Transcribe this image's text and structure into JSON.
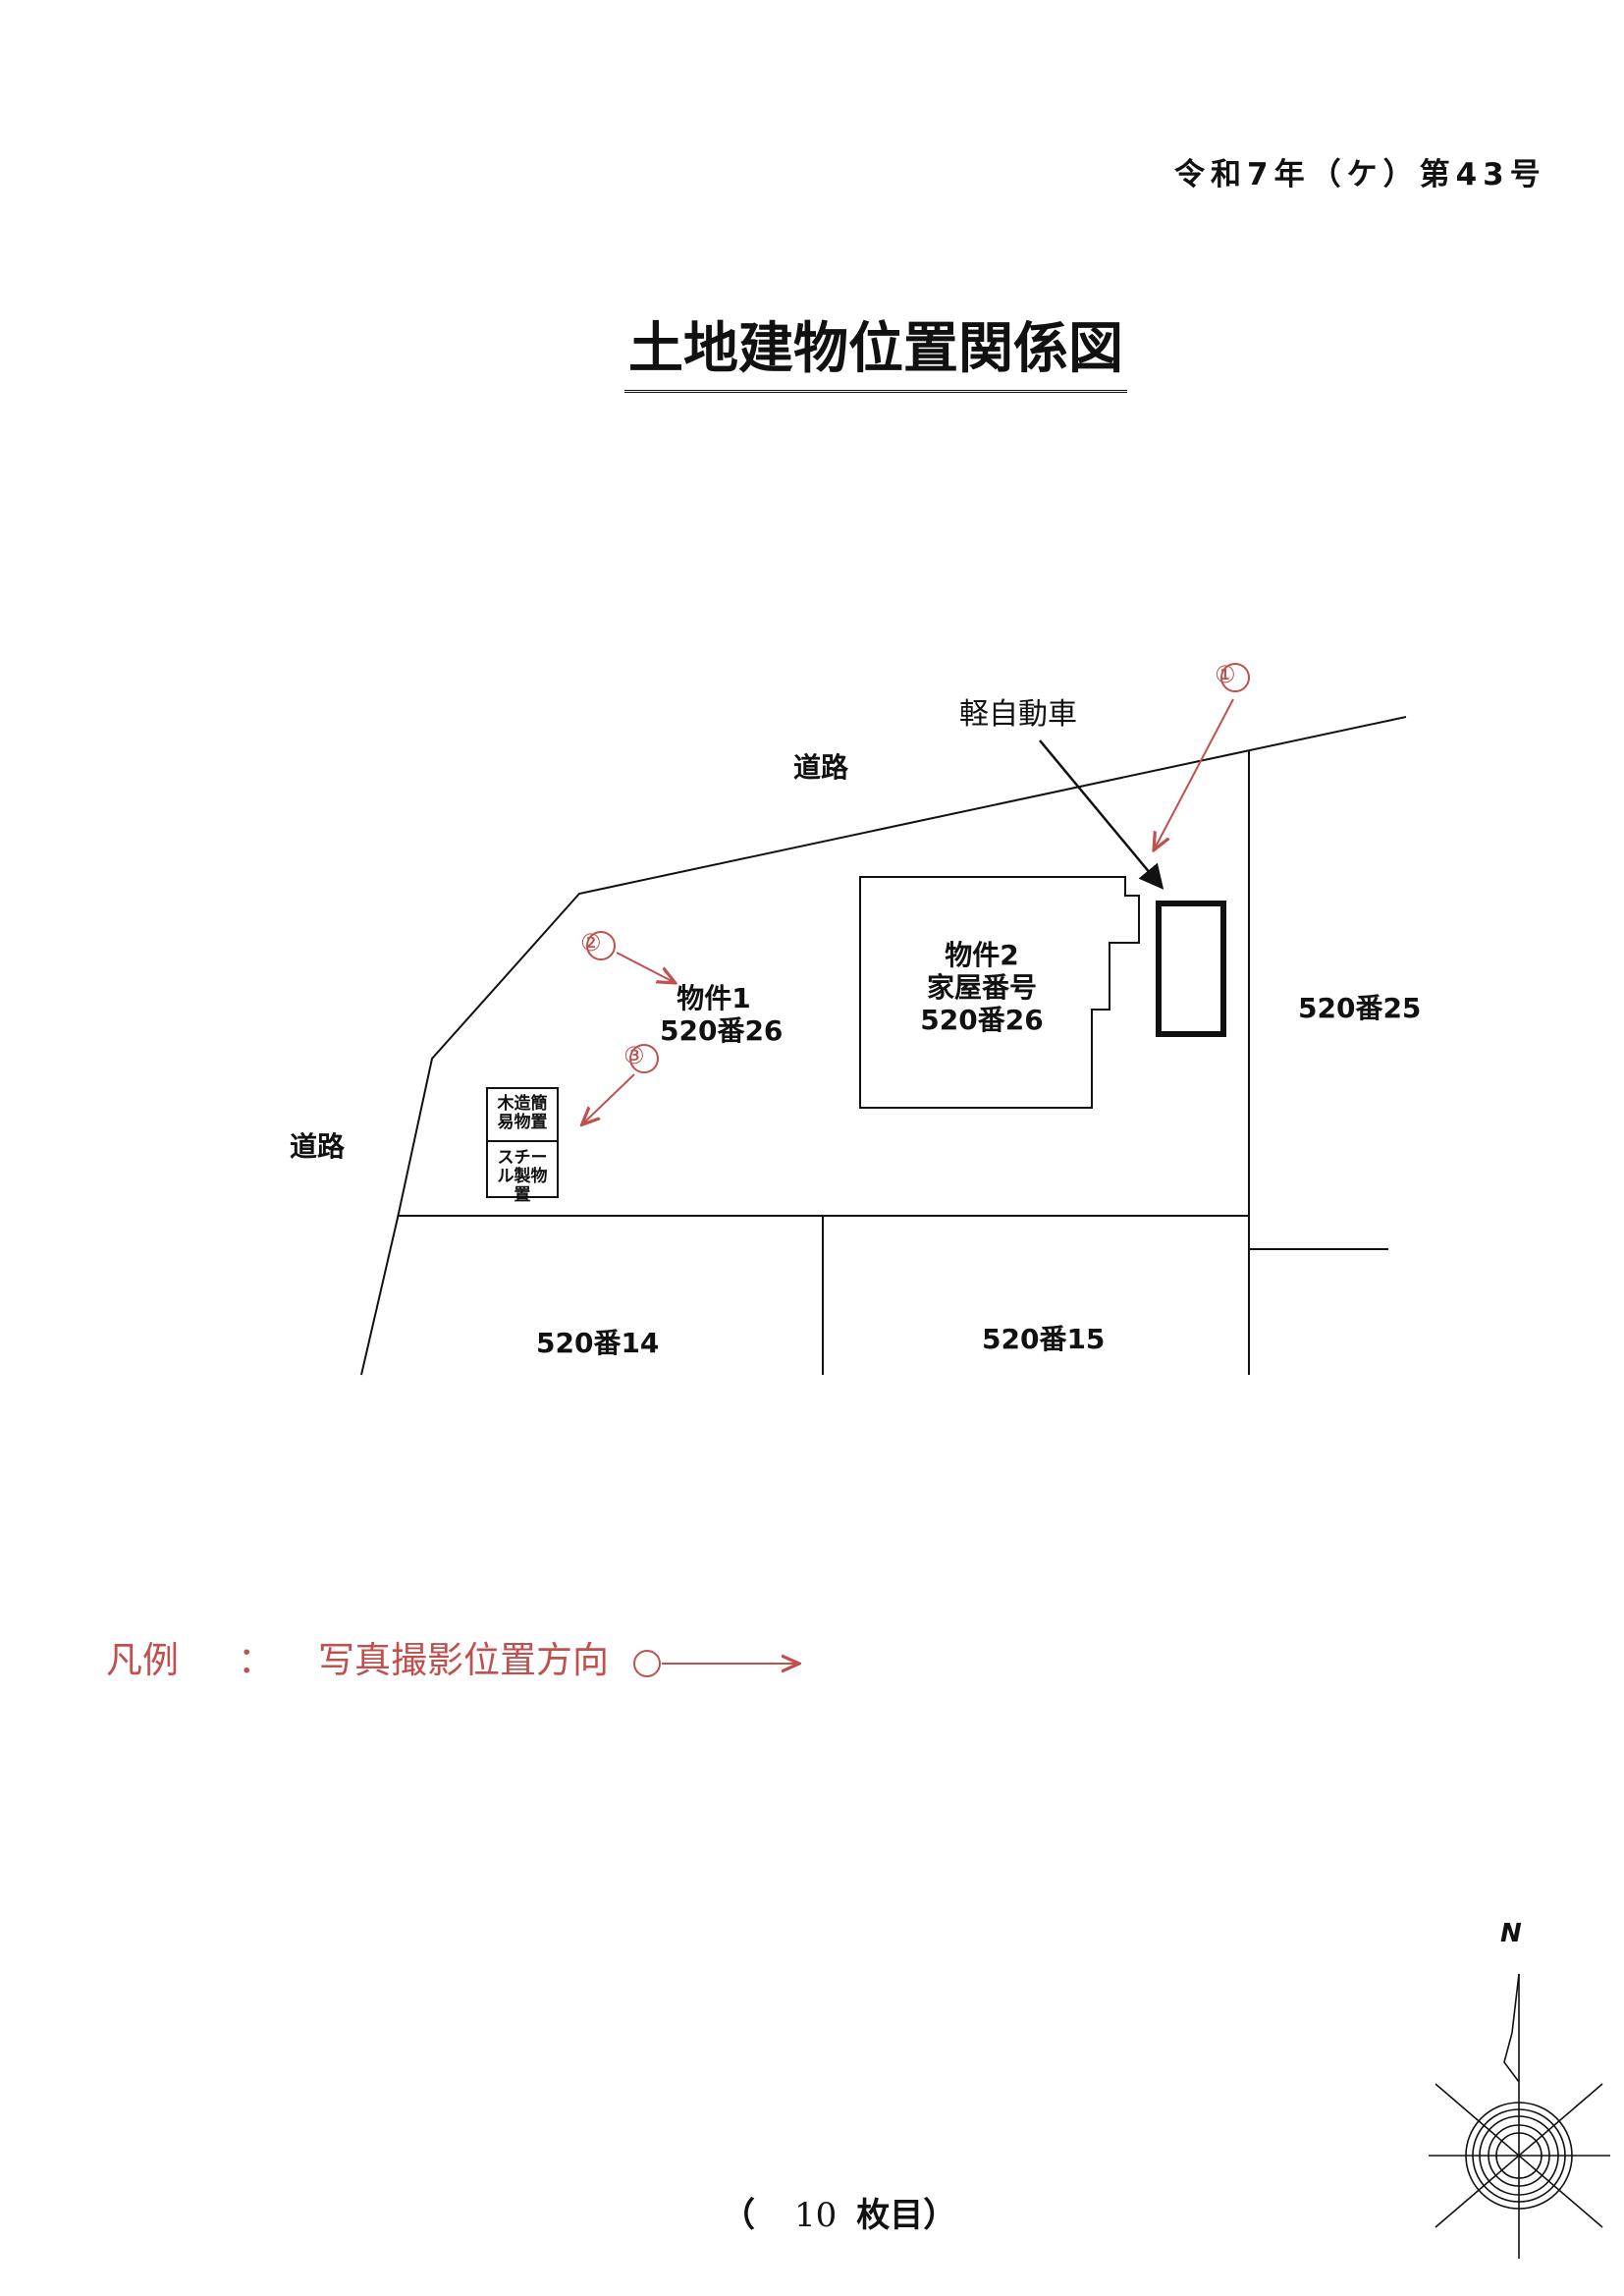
{
  "header": {
    "case_number": "令和7年（ケ）第43号"
  },
  "title": "土地建物位置関係図",
  "diagram": {
    "labels": {
      "road_top": "道路",
      "road_left": "道路",
      "kei_car": "軽自動車",
      "property1_name": "物件1",
      "property1_lot": "520番26",
      "property2_name": "物件2",
      "property2_house_no": "家屋番号",
      "property2_lot": "520番26",
      "lot_25": "520番25",
      "lot_14": "520番14",
      "lot_15": "520番15",
      "shed_wood": "木造簡易物置",
      "shed_steel": "スチール製物置"
    },
    "photo_markers": [
      "①",
      "②",
      "③"
    ],
    "colors": {
      "line": "#111111",
      "accent_red": "#c0504d"
    }
  },
  "legend": {
    "label": "凡例",
    "separator": "：",
    "text": "写真撮影位置方向",
    "symbol": "circle-arrow"
  },
  "footer": {
    "open_paren": "（",
    "page_number": "10",
    "suffix": "枚目）"
  },
  "north_arrow": {
    "label": "N"
  }
}
